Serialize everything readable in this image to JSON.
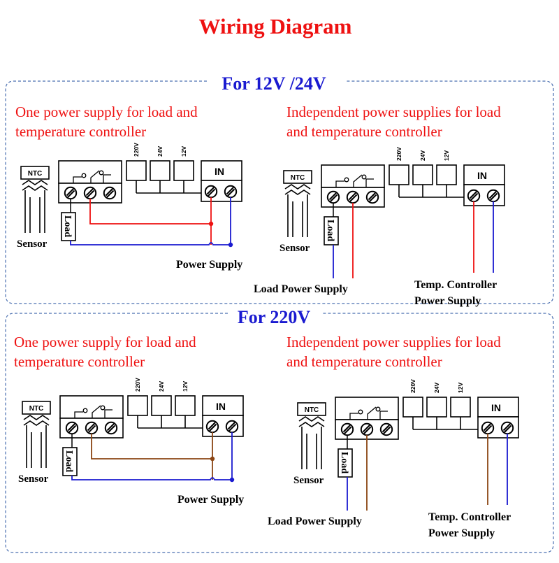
{
  "title": "Wiring Diagram",
  "colors": {
    "title": "#ee1111",
    "section_title": "#1a1ad0",
    "subtitle": "#ee1111",
    "frame": "#4a6fb0",
    "ink": "#000000",
    "wire_red": "#ee1111",
    "wire_blue": "#1a1ad0",
    "wire_brown": "#8b4513"
  },
  "sections": [
    {
      "title": "For 12V /24V",
      "panels": [
        {
          "subtitle_lines": [
            "One power supply for load and",
            "temperature controller"
          ],
          "ntc_label": "NTC",
          "load_label": "Load",
          "sensor_label": "Sensor",
          "voltage_labels": [
            "220V",
            "24V",
            "12V"
          ],
          "in_label": "IN",
          "supply_lines": [
            "Power Supply"
          ]
        },
        {
          "subtitle_lines": [
            "Independent power supplies for load",
            "and temperature controller"
          ],
          "ntc_label": "NTC",
          "load_label": "Load",
          "sensor_label": "Sensor",
          "voltage_labels": [
            "220V",
            "24V",
            "12V"
          ],
          "in_label": "IN",
          "load_supply_label": "Load Power Supply",
          "supply_lines": [
            "Temp. Controller",
            "Power Supply"
          ]
        }
      ]
    },
    {
      "title": "For 220V",
      "panels": [
        {
          "subtitle_lines": [
            "One power supply for load and",
            "temperature controller"
          ],
          "ntc_label": "NTC",
          "load_label": "Load",
          "sensor_label": "Sensor",
          "voltage_labels": [
            "220V",
            "24V",
            "12V"
          ],
          "in_label": "IN",
          "supply_lines": [
            "Power Supply"
          ]
        },
        {
          "subtitle_lines": [
            "Independent power supplies for load",
            "and temperature controller"
          ],
          "ntc_label": "NTC",
          "load_label": "Load",
          "sensor_label": "Sensor",
          "voltage_labels": [
            "220V",
            "24V",
            "12V"
          ],
          "in_label": "IN",
          "load_supply_label": "Load Power Supply",
          "supply_lines": [
            "Temp. Controller",
            "Power Supply"
          ]
        }
      ]
    }
  ]
}
